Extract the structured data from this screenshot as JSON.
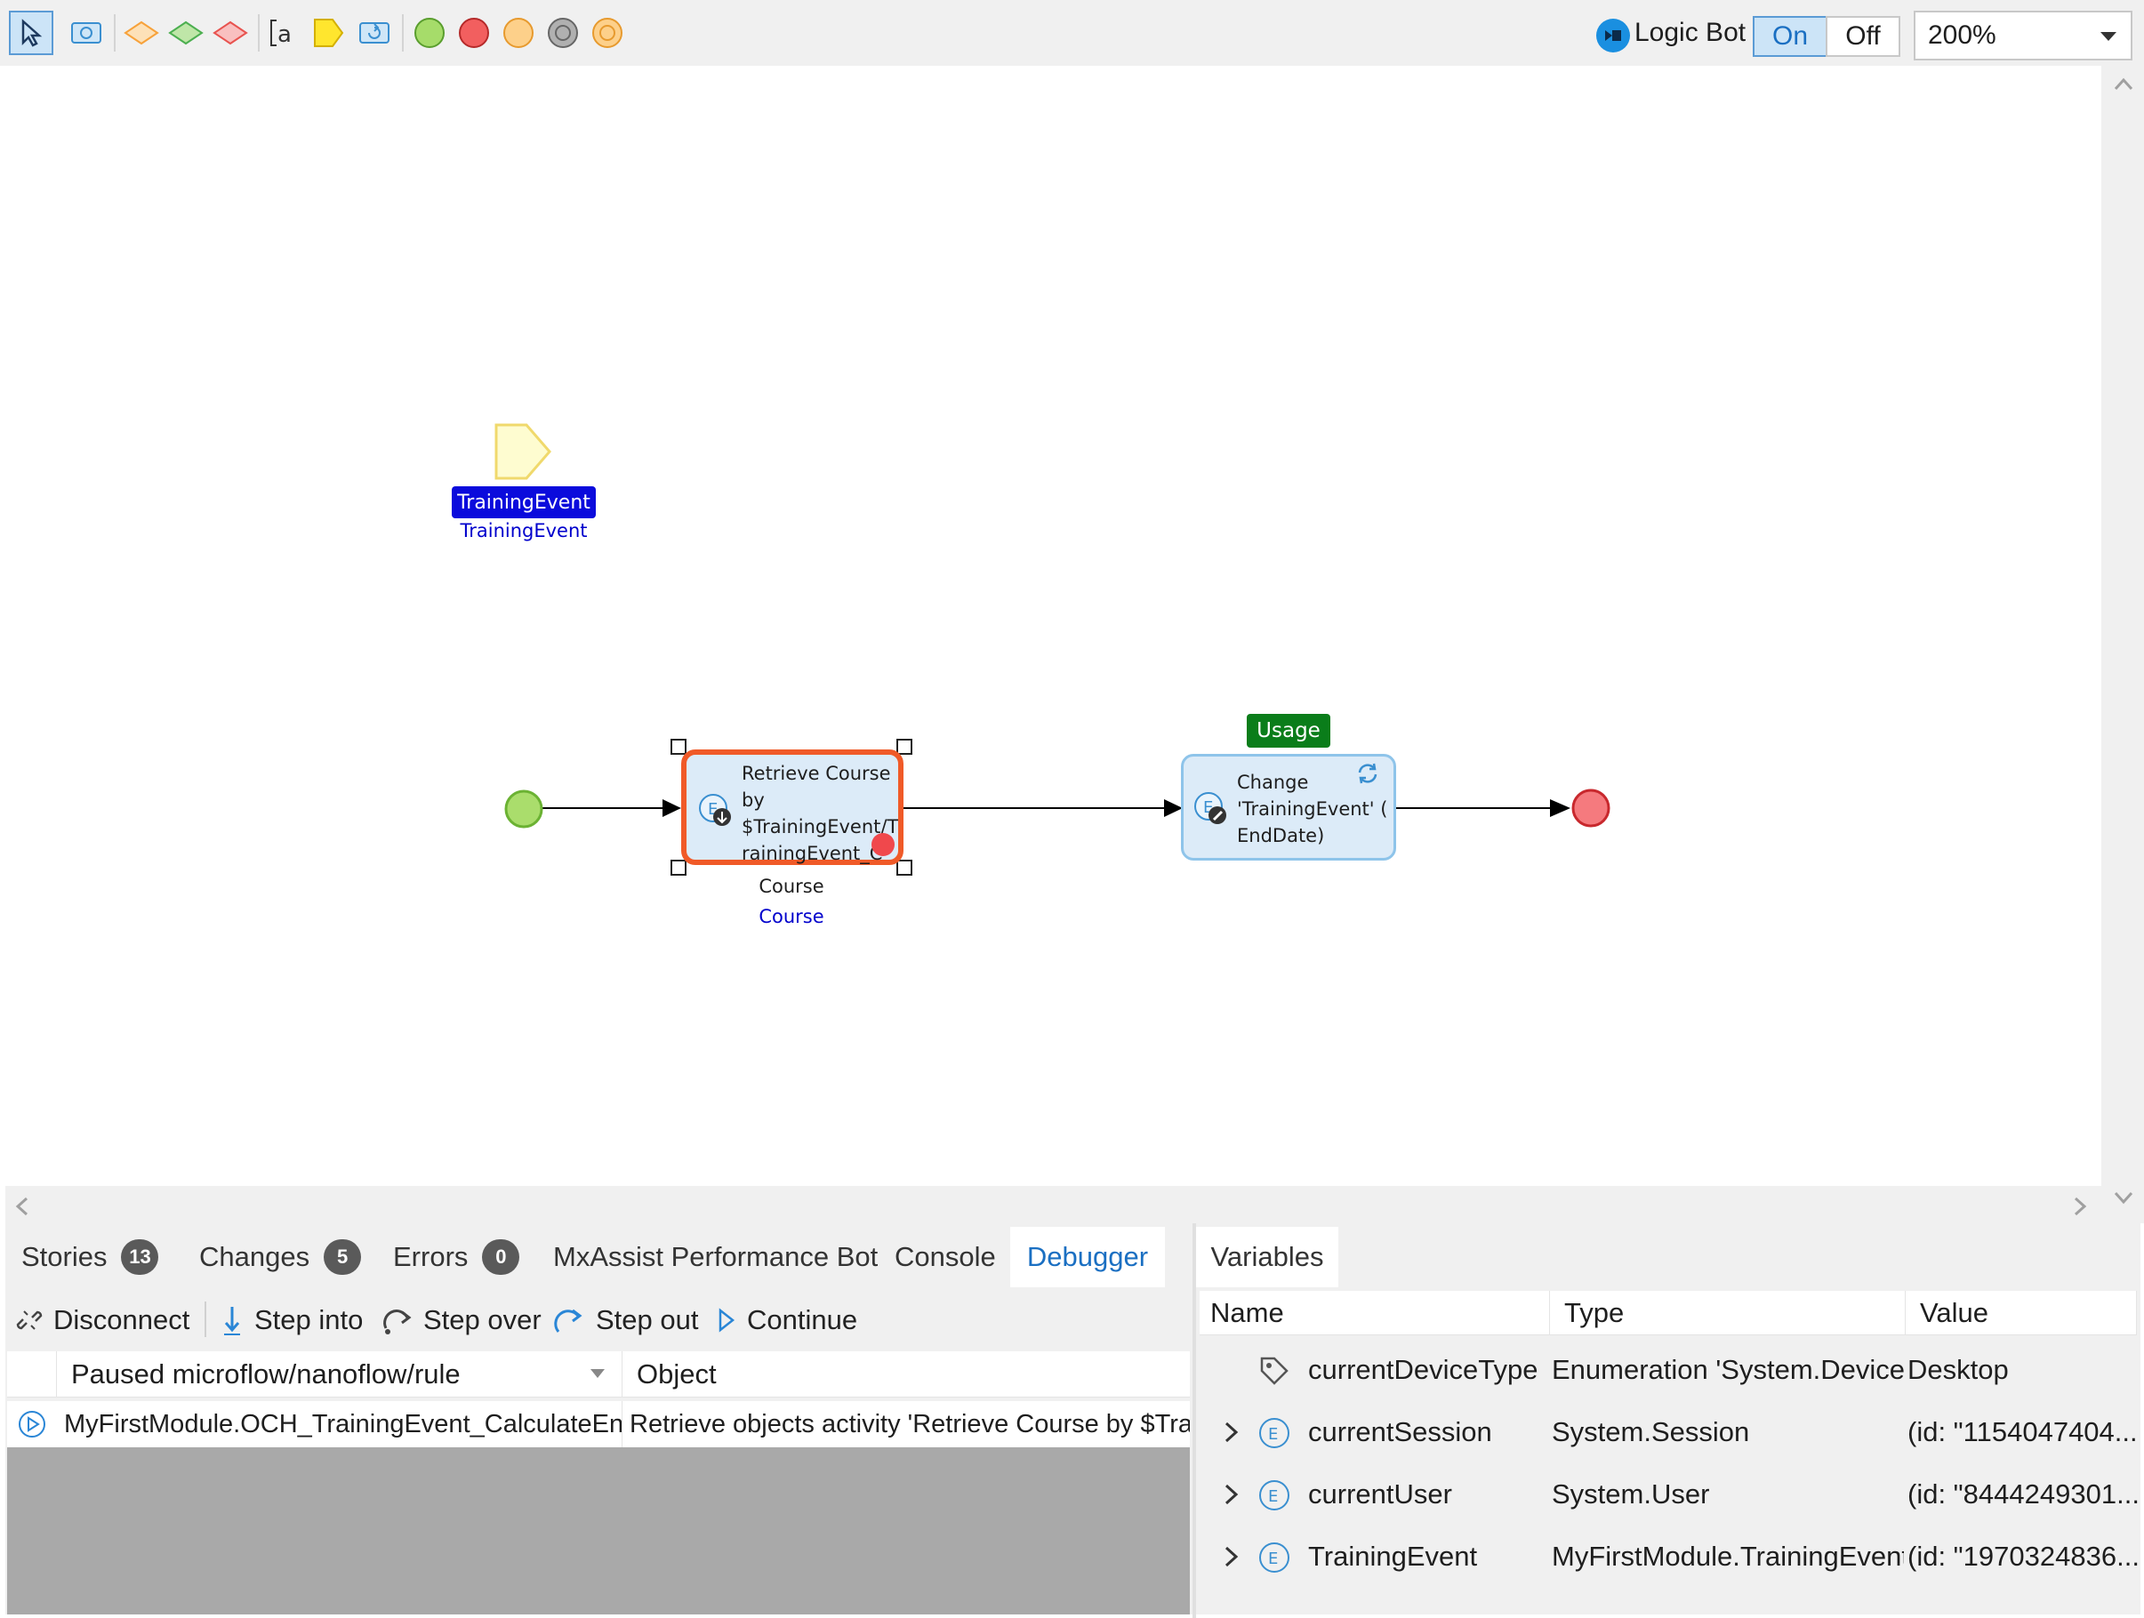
{
  "toolbar": {
    "tools": [
      {
        "name": "pointer-tool",
        "icon": "pointer-icon"
      },
      {
        "name": "activity-tool",
        "icon": "activity-icon"
      },
      {
        "name": "decision-tool",
        "icon": "decision-diamond-icon",
        "color": "#f7a23b"
      },
      {
        "name": "object-type-decision-tool",
        "icon": "object-type-decision-icon",
        "color": "#5cb85c"
      },
      {
        "name": "merge-tool",
        "icon": "merge-diamond-icon",
        "color": "#e8534f"
      },
      {
        "name": "annotation-tool",
        "icon": "annotation-icon"
      },
      {
        "name": "parameter-tool",
        "icon": "parameter-icon",
        "color": "#ffd900"
      },
      {
        "name": "loop-tool",
        "icon": "loop-icon"
      },
      {
        "name": "start-event-tool",
        "icon": "start-event-icon",
        "color": "#8bc34a"
      },
      {
        "name": "end-event-tool",
        "icon": "end-event-icon",
        "color": "#e8534f"
      },
      {
        "name": "error-event-tool",
        "icon": "error-event-icon",
        "color": "#f7a23b"
      },
      {
        "name": "break-event-tool",
        "icon": "break-event-icon",
        "color": "#888888"
      },
      {
        "name": "continue-event-tool",
        "icon": "continue-event-icon",
        "color": "#f7a23b"
      }
    ],
    "logic_bot_label": "Logic Bot",
    "on_label": "On",
    "off_label": "Off",
    "zoom_value": "200%"
  },
  "canvas": {
    "parameter": {
      "badge": "TrainingEvent",
      "type_label": "TrainingEvent"
    },
    "retrieve_activity": {
      "lines": [
        "Retrieve Course",
        "by",
        "$TrainingEvent/T",
        "rainingEvent_C"
      ],
      "output_name": "Course",
      "output_type": "Course"
    },
    "change_activity": {
      "badge": "Usage",
      "lines": [
        "Change",
        "'TrainingEvent' (",
        "EndDate)"
      ]
    }
  },
  "colors": {
    "accent": "#1a6fc2",
    "breakpoint_highlight": "#f05a28",
    "activity_fill": "#dcebf8",
    "activity_border": "#8ec4ea",
    "parameter_badge": "#0b0bdc",
    "usage_badge": "#0a7d1a"
  },
  "bottom_tabs": [
    {
      "label": "Stories",
      "count": "13"
    },
    {
      "label": "Changes",
      "count": "5"
    },
    {
      "label": "Errors",
      "count": "0"
    },
    {
      "label": "MxAssist Performance Bot"
    },
    {
      "label": "Console"
    },
    {
      "label": "Debugger",
      "active": true
    }
  ],
  "debugger": {
    "actions": {
      "disconnect": "Disconnect",
      "step_into": "Step into",
      "step_over": "Step over",
      "step_out": "Step out",
      "continue": "Continue"
    },
    "columns": {
      "paused": "Paused microflow/nanoflow/rule",
      "object": "Object"
    },
    "rows": [
      {
        "paused": "MyFirstModule.OCH_TrainingEvent_CalculateEnd...",
        "object": "Retrieve objects activity 'Retrieve Course by $Trai..."
      }
    ]
  },
  "variables": {
    "tab_label": "Variables",
    "columns": {
      "name": "Name",
      "type": "Type",
      "value": "Value"
    },
    "rows": [
      {
        "icon": "enumeration-tag-icon",
        "expandable": false,
        "name": "currentDeviceType",
        "type": "Enumeration 'System.Device...",
        "value": "Desktop"
      },
      {
        "icon": "entity-icon",
        "expandable": true,
        "name": "currentSession",
        "type": "System.Session",
        "value": "(id: \"1154047404..."
      },
      {
        "icon": "entity-icon",
        "expandable": true,
        "name": "currentUser",
        "type": "System.User",
        "value": "(id: \"8444249301..."
      },
      {
        "icon": "entity-icon",
        "expandable": true,
        "name": "TrainingEvent",
        "type": "MyFirstModule.TrainingEvent",
        "value": "(id: \"1970324836..."
      }
    ]
  }
}
